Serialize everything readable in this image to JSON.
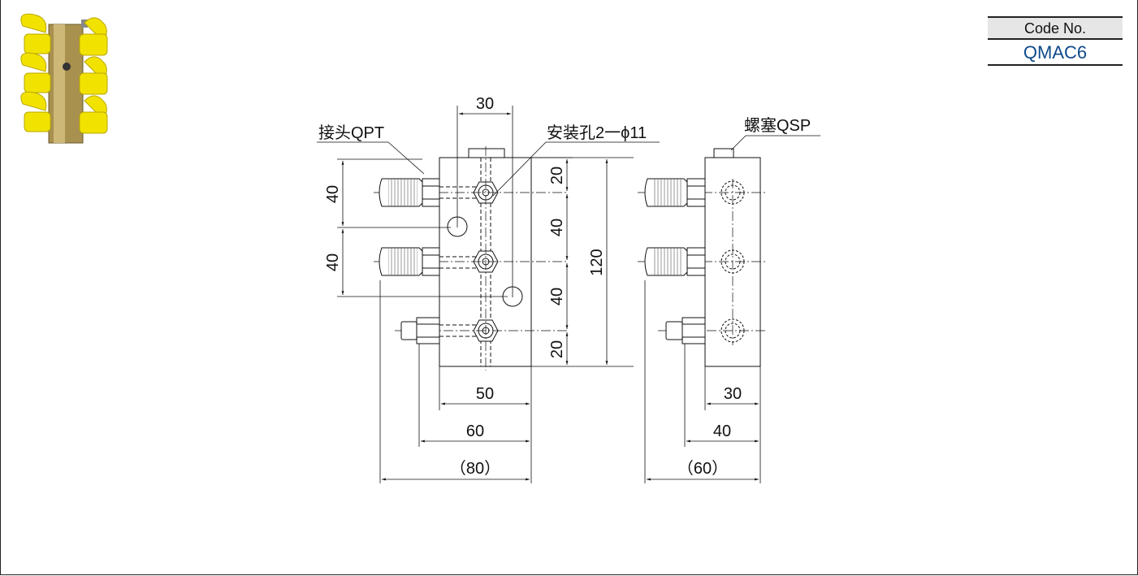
{
  "code_box": {
    "label": "Code No.",
    "value": "QMAC6"
  },
  "callouts": {
    "fitting": "接头QPT",
    "mounting_hole": "安装孔2一ϕ11",
    "plug": "螺塞QSP"
  },
  "dimensions": {
    "front": {
      "top_width": "30",
      "left_40_a": "40",
      "left_40_b": "40",
      "right_20_a": "20",
      "right_40_a": "40",
      "right_40_b": "40",
      "right_20_b": "20",
      "height": "120",
      "bottom_50": "50",
      "bottom_60": "60",
      "bottom_80": "（80）"
    },
    "side": {
      "bottom_30": "30",
      "bottom_40": "40",
      "bottom_60": "（60）"
    }
  },
  "colors": {
    "code_value": "#0f4a8a",
    "cap_yellow": "#f2e200",
    "block_metal": "#b8a060"
  },
  "icons": {
    "product_photo": "lubrication-distributor-block"
  }
}
